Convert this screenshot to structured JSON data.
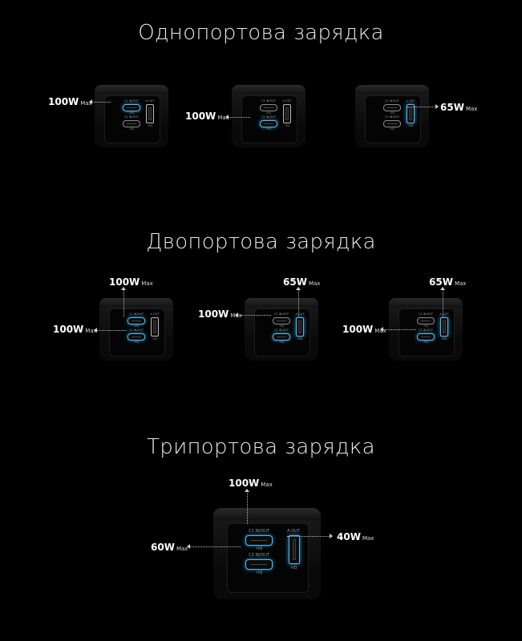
{
  "sections": [
    {
      "title": "Однопортова зарядка"
    },
    {
      "title": "Двопортова зарядка"
    },
    {
      "title": "Трипортова зарядка"
    }
  ],
  "port_labels": {
    "c1": "C1 IN/OUT",
    "c2": "C2 IN/OUT",
    "a": "A OUT",
    "c1_sub": "⚡IQ",
    "c2_sub": "⚡IQ",
    "a_sub": "⚡IQ"
  },
  "max_label": "Max",
  "single": [
    {
      "active": "c1",
      "power": "100W"
    },
    {
      "active": "c2",
      "power": "100W"
    },
    {
      "active": "a",
      "power": "65W"
    }
  ],
  "dual": [
    {
      "top_power": "100W",
      "left_power": "100W",
      "active": [
        "c1",
        "c2"
      ]
    },
    {
      "top_power": "65W",
      "left_power": "100W",
      "active": [
        "c2",
        "a"
      ]
    },
    {
      "top_power": "65W",
      "left_power": "100W",
      "active": [
        "c2",
        "a"
      ]
    }
  ],
  "triple": {
    "top_power": "100W",
    "left_power": "60W",
    "right_power": "40W",
    "active": [
      "c1",
      "c2",
      "a"
    ]
  }
}
